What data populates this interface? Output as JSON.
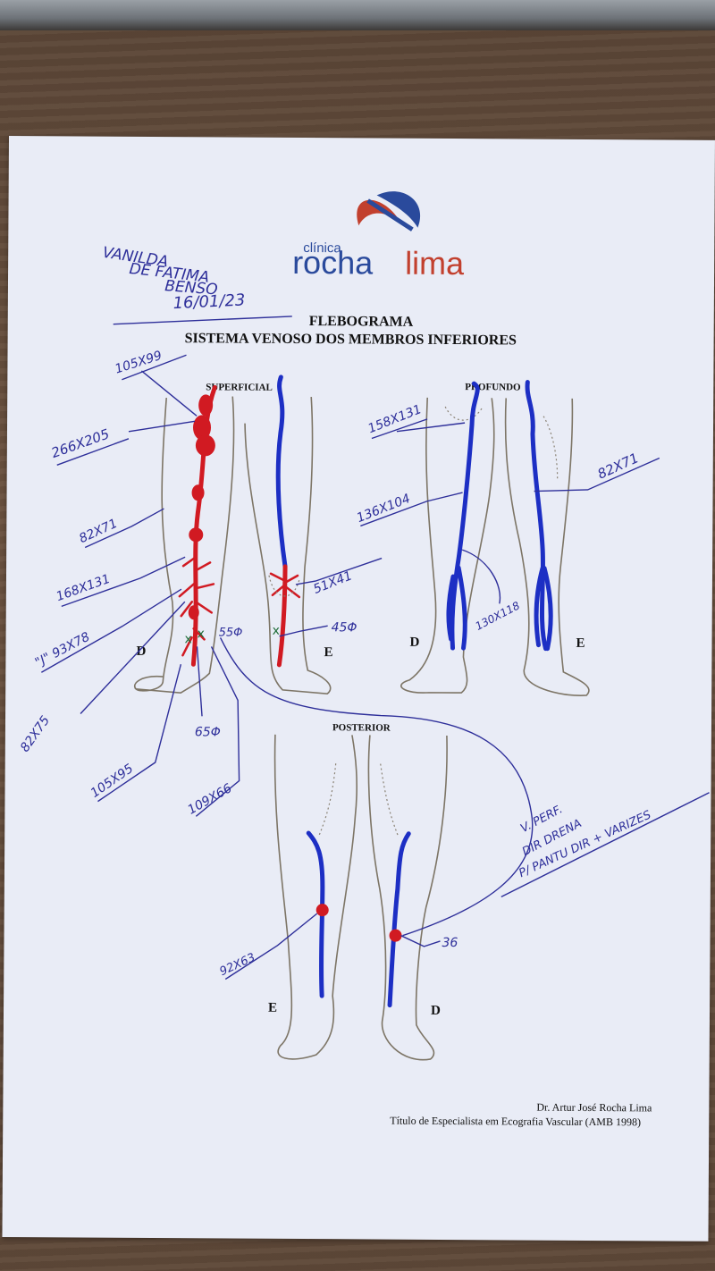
{
  "logo": {
    "small": "clínica",
    "part1": "rocha",
    "part2": "lima",
    "color_blue": "#2a4a9c",
    "color_red": "#c2402e"
  },
  "title": {
    "line1": "FLEBOGRAMA",
    "line2": "SISTEMA VENOSO DOS MEMBROS INFERIORES"
  },
  "sections": {
    "superficial": "SUPERFICIAL",
    "profundo": "PROFUNDO",
    "posterior": "POSTERIOR"
  },
  "side_labels": {
    "d1": "D",
    "e1": "E",
    "d2": "D",
    "e2": "E",
    "e3": "E",
    "d3": "D"
  },
  "handwriting": {
    "patient_line1": "VANILDA",
    "patient_line2": "DE FATIMA",
    "patient_line3": "BENSO",
    "date": "16/01/23",
    "m1": "105X99",
    "m2": "266X205",
    "m3": "82X71",
    "m4": "168X131",
    "m5": "\"J\" 93X78",
    "m6": "82X75",
    "m7": "105X95",
    "m8": "65Φ",
    "m9": "109X66",
    "m10": "55Φ",
    "m11": "51X41",
    "m12": "45Φ",
    "m13": "158X131",
    "m14": "136X104",
    "m15": "82X71",
    "m16": "130X118",
    "m17": "92X63",
    "m18": "36",
    "note1": "V. PERF.",
    "note2": "DIR DRENA",
    "note3": "P/ PANTU DIR + VARIZES"
  },
  "signature": {
    "name": "Dr. Artur José Rocha Lima",
    "title": "Título de Especialista em Ecografia Vascular (AMB 1998)"
  },
  "colors": {
    "paper": "#e9ecf6",
    "ink": "#2e2f9a",
    "vein_blue": "#1d2fc4",
    "vein_red": "#d11a22"
  }
}
